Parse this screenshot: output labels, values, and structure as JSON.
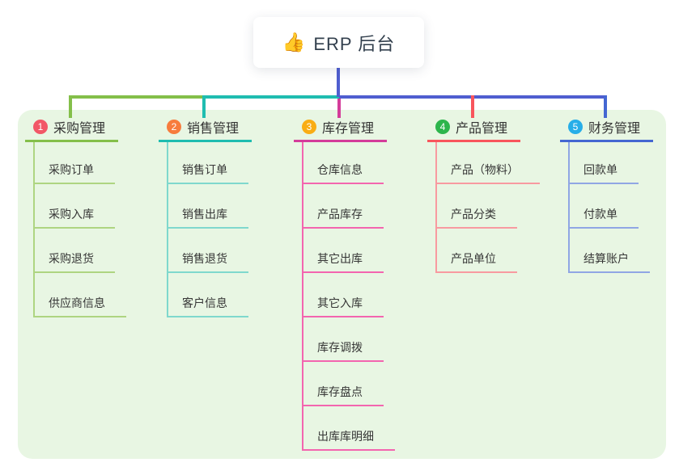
{
  "root": {
    "icon": "👍",
    "label": "ERP 后台"
  },
  "colors": {
    "page_bg": "#ffffff",
    "panel_bg": "#e8f6e3",
    "root_line": "#4f5ed0",
    "text": "#333333"
  },
  "branches": [
    {
      "num": "1",
      "label": "采购管理",
      "badge_color": "#f25767",
      "line_color": "#84bf4a",
      "child_line_color": "#aed581",
      "children": [
        "采购订单",
        "采购入库",
        "采购退货",
        "供应商信息"
      ]
    },
    {
      "num": "2",
      "label": "销售管理",
      "badge_color": "#f77c3d",
      "line_color": "#1fbdb0",
      "child_line_color": "#7fd8cd",
      "children": [
        "销售订单",
        "销售出库",
        "销售退货",
        "客户信息"
      ]
    },
    {
      "num": "3",
      "label": "库存管理",
      "badge_color": "#f9ad14",
      "line_color": "#d43c9a",
      "child_line_color": "#f365af",
      "children": [
        "仓库信息",
        "产品库存",
        "其它出库",
        "其它入库",
        "库存调拨",
        "库存盘点",
        "出库库明细"
      ]
    },
    {
      "num": "4",
      "label": "产品管理",
      "badge_color": "#2db54c",
      "line_color": "#f8555c",
      "child_line_color": "#f89aa0",
      "children": [
        "产品（物料）",
        "产品分类",
        "产品单位"
      ]
    },
    {
      "num": "5",
      "label": "财务管理",
      "badge_color": "#27aee8",
      "line_color": "#4467d2",
      "child_line_color": "#90a6e4",
      "children": [
        "回款单",
        "付款单",
        "结算账户"
      ]
    }
  ]
}
